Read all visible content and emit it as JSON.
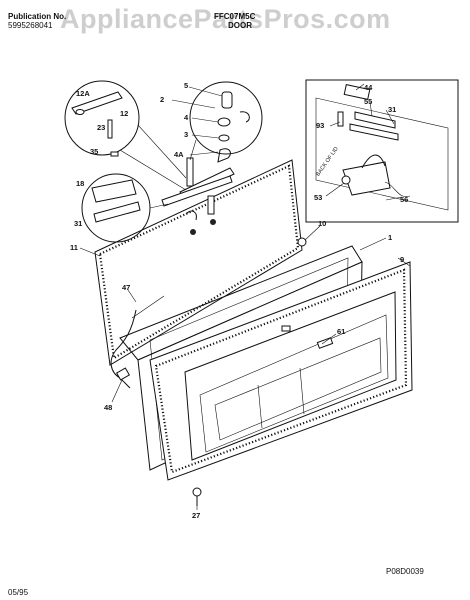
{
  "header": {
    "publication_label": "Publication No.",
    "publication_number": "5995268041",
    "model": "FFC07M5C",
    "section": "DOOR"
  },
  "watermark": "AppliancePartsPros.com",
  "figure_id": "P08D0039",
  "date": "05/95",
  "callouts": {
    "c12A": "12A",
    "c12": "12",
    "c23": "23",
    "c35": "35",
    "c5": "5",
    "c2": "2",
    "c4": "4",
    "c3": "3",
    "c4A": "4A",
    "c18": "18",
    "c31a": "31",
    "c11": "11",
    "c47": "47",
    "c48": "48",
    "c10": "10",
    "c1": "1",
    "c9": "9",
    "c61": "61",
    "c27": "27",
    "c44": "44",
    "c55": "55",
    "c31b": "31",
    "c93": "93",
    "c53": "53",
    "c56": "56"
  },
  "inset_label": "BACK OF LID"
}
